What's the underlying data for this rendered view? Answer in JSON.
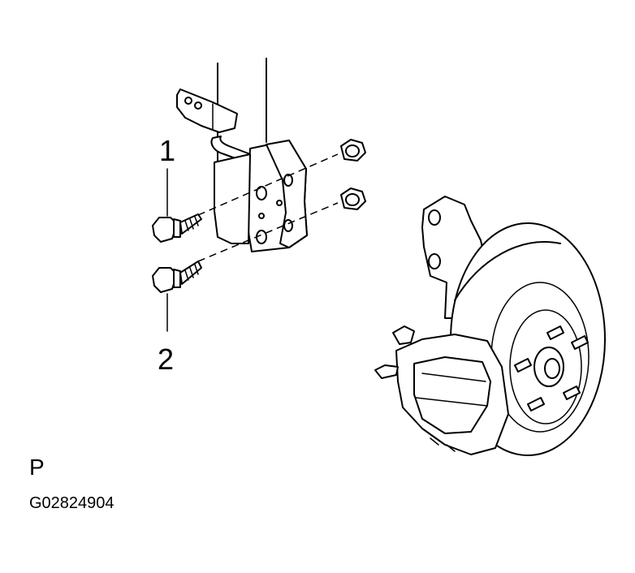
{
  "callouts": [
    "1",
    "2"
  ],
  "position_letter": "P",
  "figure_code": "G02824904",
  "colors": {
    "line": "#000000",
    "fill": "#ffffff"
  }
}
